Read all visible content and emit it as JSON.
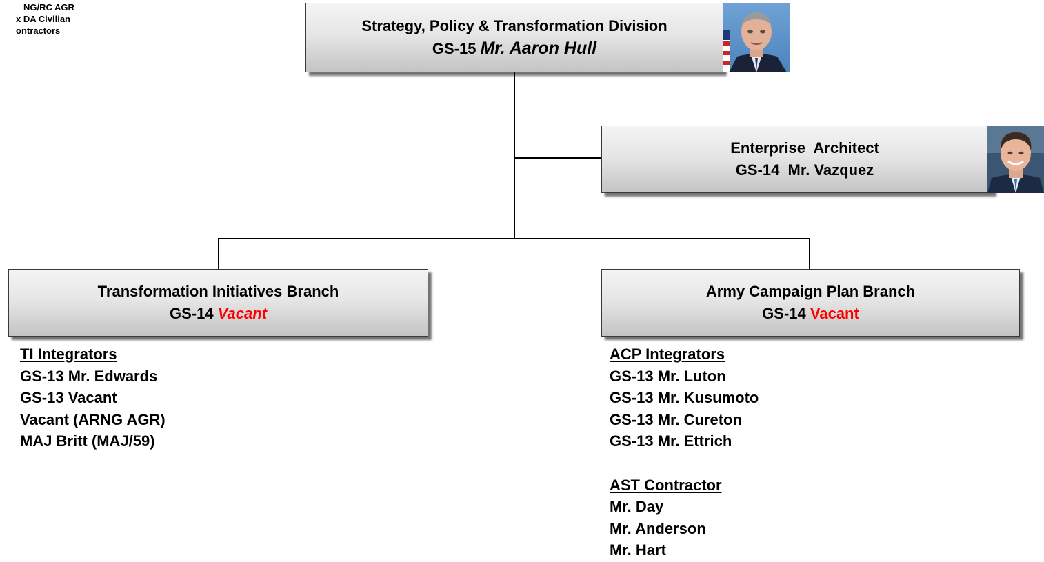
{
  "legend": {
    "lines": [
      "NG/RC AGR",
      "x DA Civilian",
      "ontractors"
    ]
  },
  "division": {
    "title": "Strategy, Policy & Transformation Division",
    "grade": "GS-15",
    "name": "Mr. Aaron Hull",
    "photo": "portrait-photo"
  },
  "architect": {
    "title": "Enterprise  Architect",
    "line2": "GS-14  Mr. Vazquez",
    "photo": "portrait-photo"
  },
  "ti_branch": {
    "title": "Transformation Initiatives Branch",
    "grade": "GS-14",
    "status": "Vacant"
  },
  "acp_branch": {
    "title": "Army Campaign Plan Branch",
    "grade": "GS-14",
    "status": "Vacant"
  },
  "ti_staff": {
    "heading": "TI Integrators",
    "members": [
      "GS-13 Mr. Edwards",
      "GS-13 Vacant",
      "Vacant (ARNG AGR)",
      "MAJ Britt (MAJ/59)"
    ]
  },
  "acp_staff": {
    "heading": "ACP Integrators",
    "members": [
      "GS-13 Mr. Luton",
      "GS-13 Mr. Kusumoto",
      "GS-13 Mr. Cureton",
      "GS-13 Mr. Ettrich"
    ]
  },
  "ast_staff": {
    "heading": "AST Contractor",
    "members": [
      "Mr. Day",
      "Mr. Anderson",
      "Mr. Hart"
    ]
  },
  "colors": {
    "vacant": "#ff0000",
    "box_border": "#3a3a3a",
    "connector": "#000000"
  }
}
